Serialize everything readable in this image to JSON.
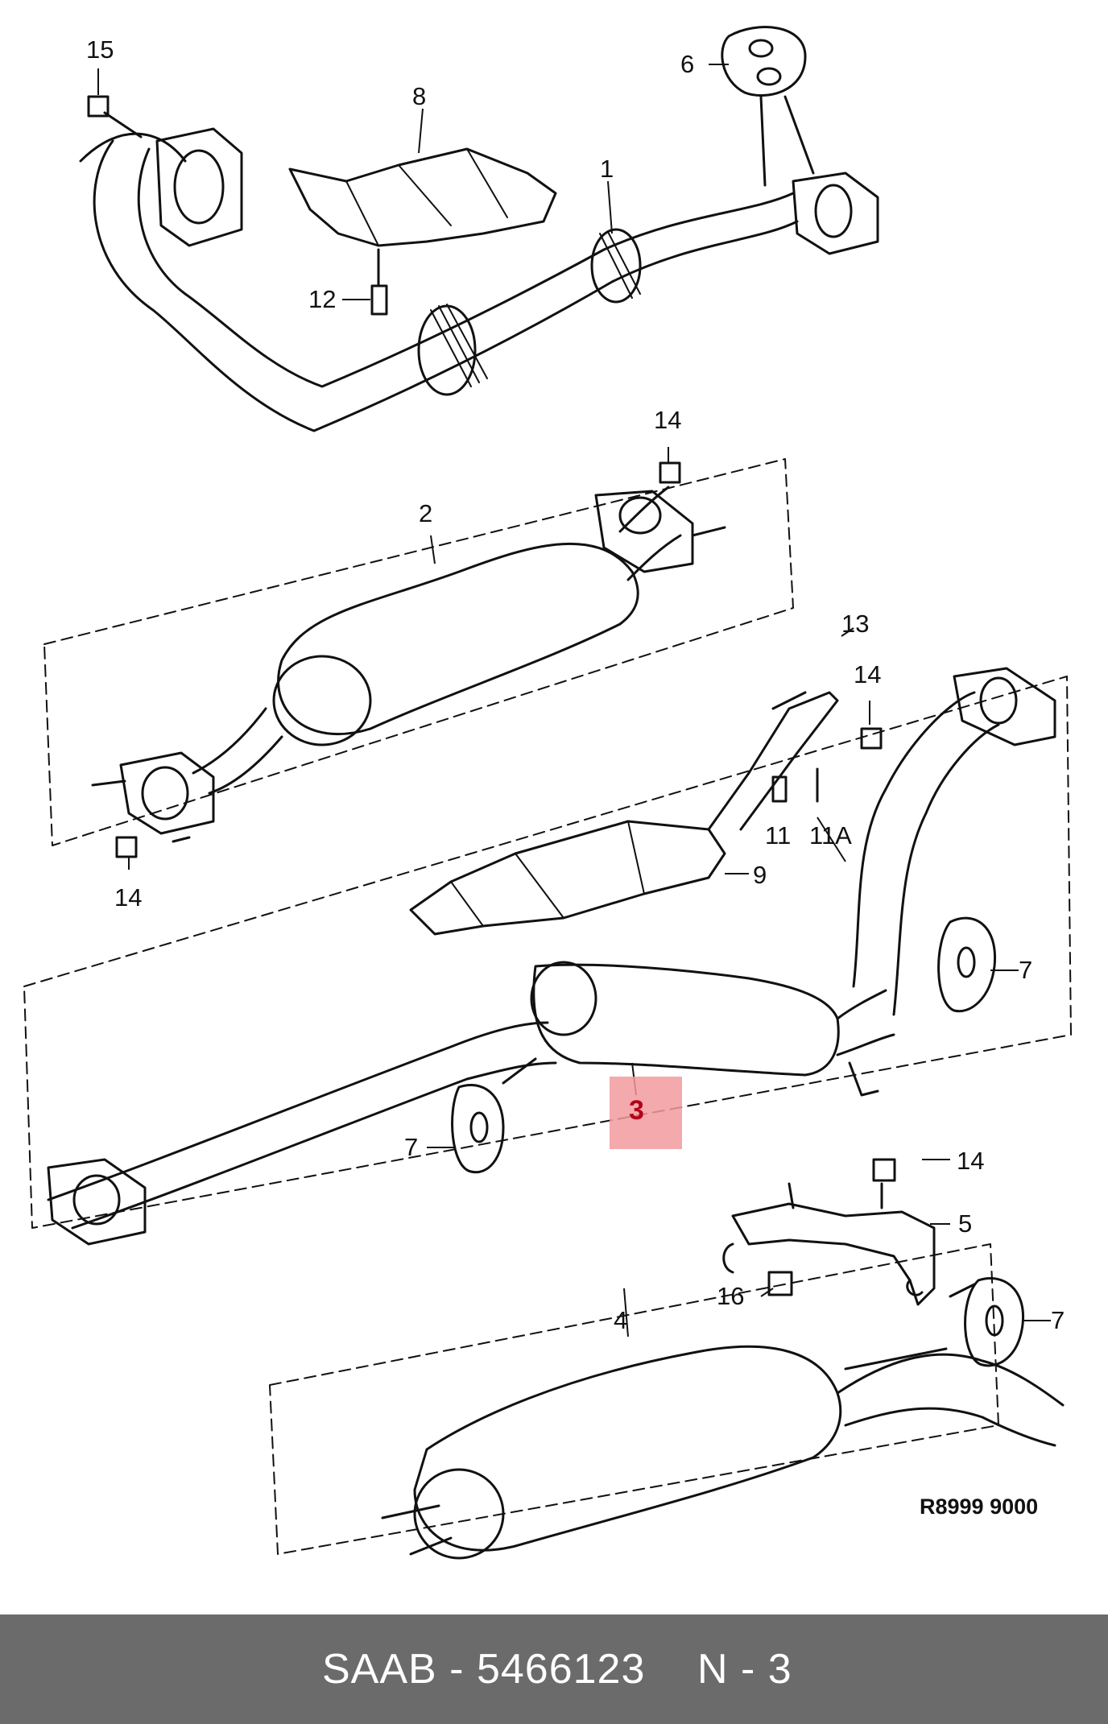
{
  "diagram": {
    "callouts": [
      "15",
      "8",
      "1",
      "6",
      "12",
      "14",
      "2",
      "13",
      "14",
      "11",
      "11A",
      "9",
      "14",
      "7",
      "3",
      "7",
      "14",
      "5",
      "16",
      "7",
      "4"
    ],
    "drawing_code": "R8999 9000",
    "highlight_color": "#f29a9e"
  },
  "footer": {
    "part_text": "SAAB - 5466123",
    "ref_text": "N - 3"
  }
}
